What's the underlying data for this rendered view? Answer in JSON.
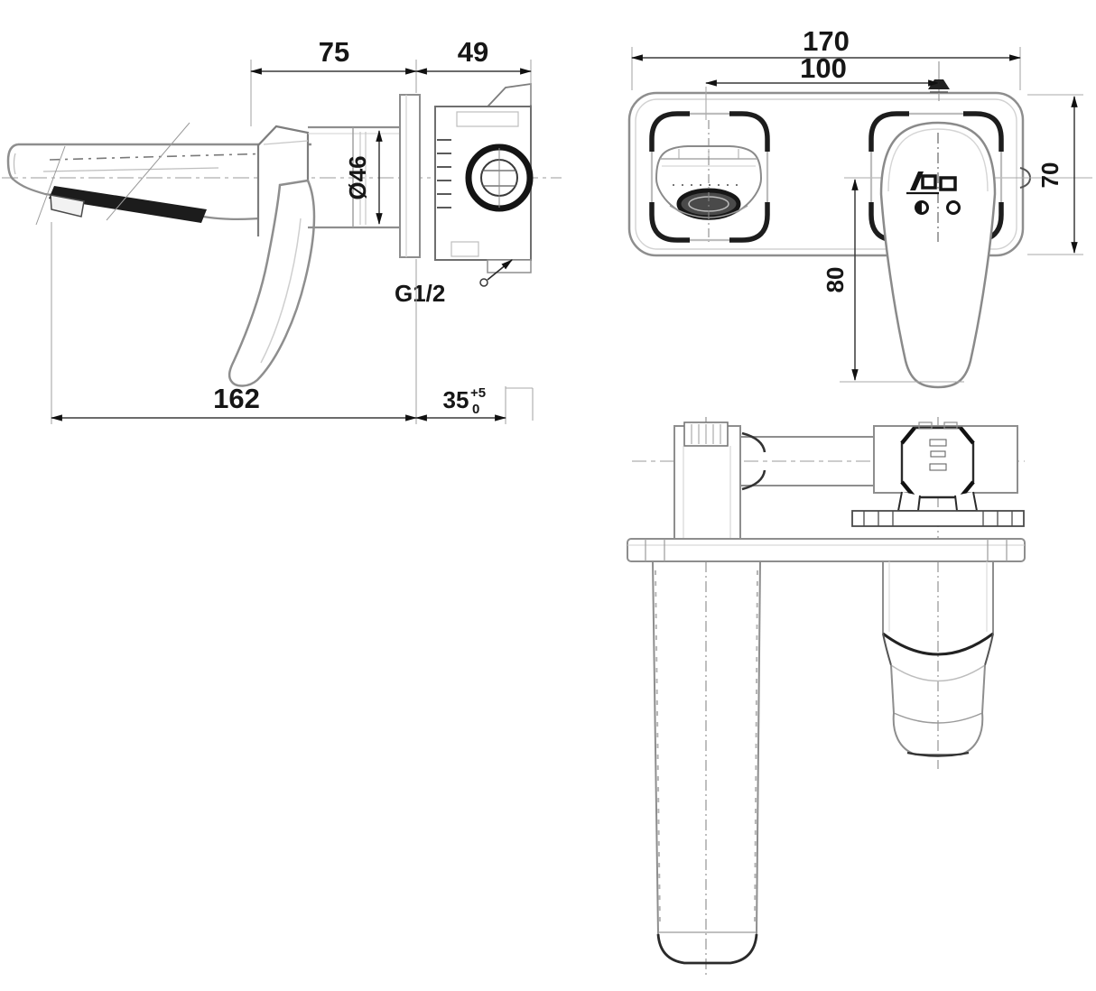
{
  "colors": {
    "background": "#ffffff",
    "outline_gray": "#8e8e8e",
    "accent_dark": "#1c1c1c",
    "dim_line": "#3a3a3a",
    "ext_line": "#a8a8a8",
    "text": "#161616"
  },
  "dims": {
    "spout_to_plate": "75",
    "body_depth": "49",
    "trim_diameter": "Ø46",
    "thread_size": "G1/2",
    "spout_reach": "162",
    "install_depth": "35",
    "install_depth_tol_upper": "+5",
    "install_depth_tol_lower": "0",
    "plate_width": "170",
    "fixing_centres": "100",
    "plate_height": "70",
    "handle_drop": "80"
  }
}
